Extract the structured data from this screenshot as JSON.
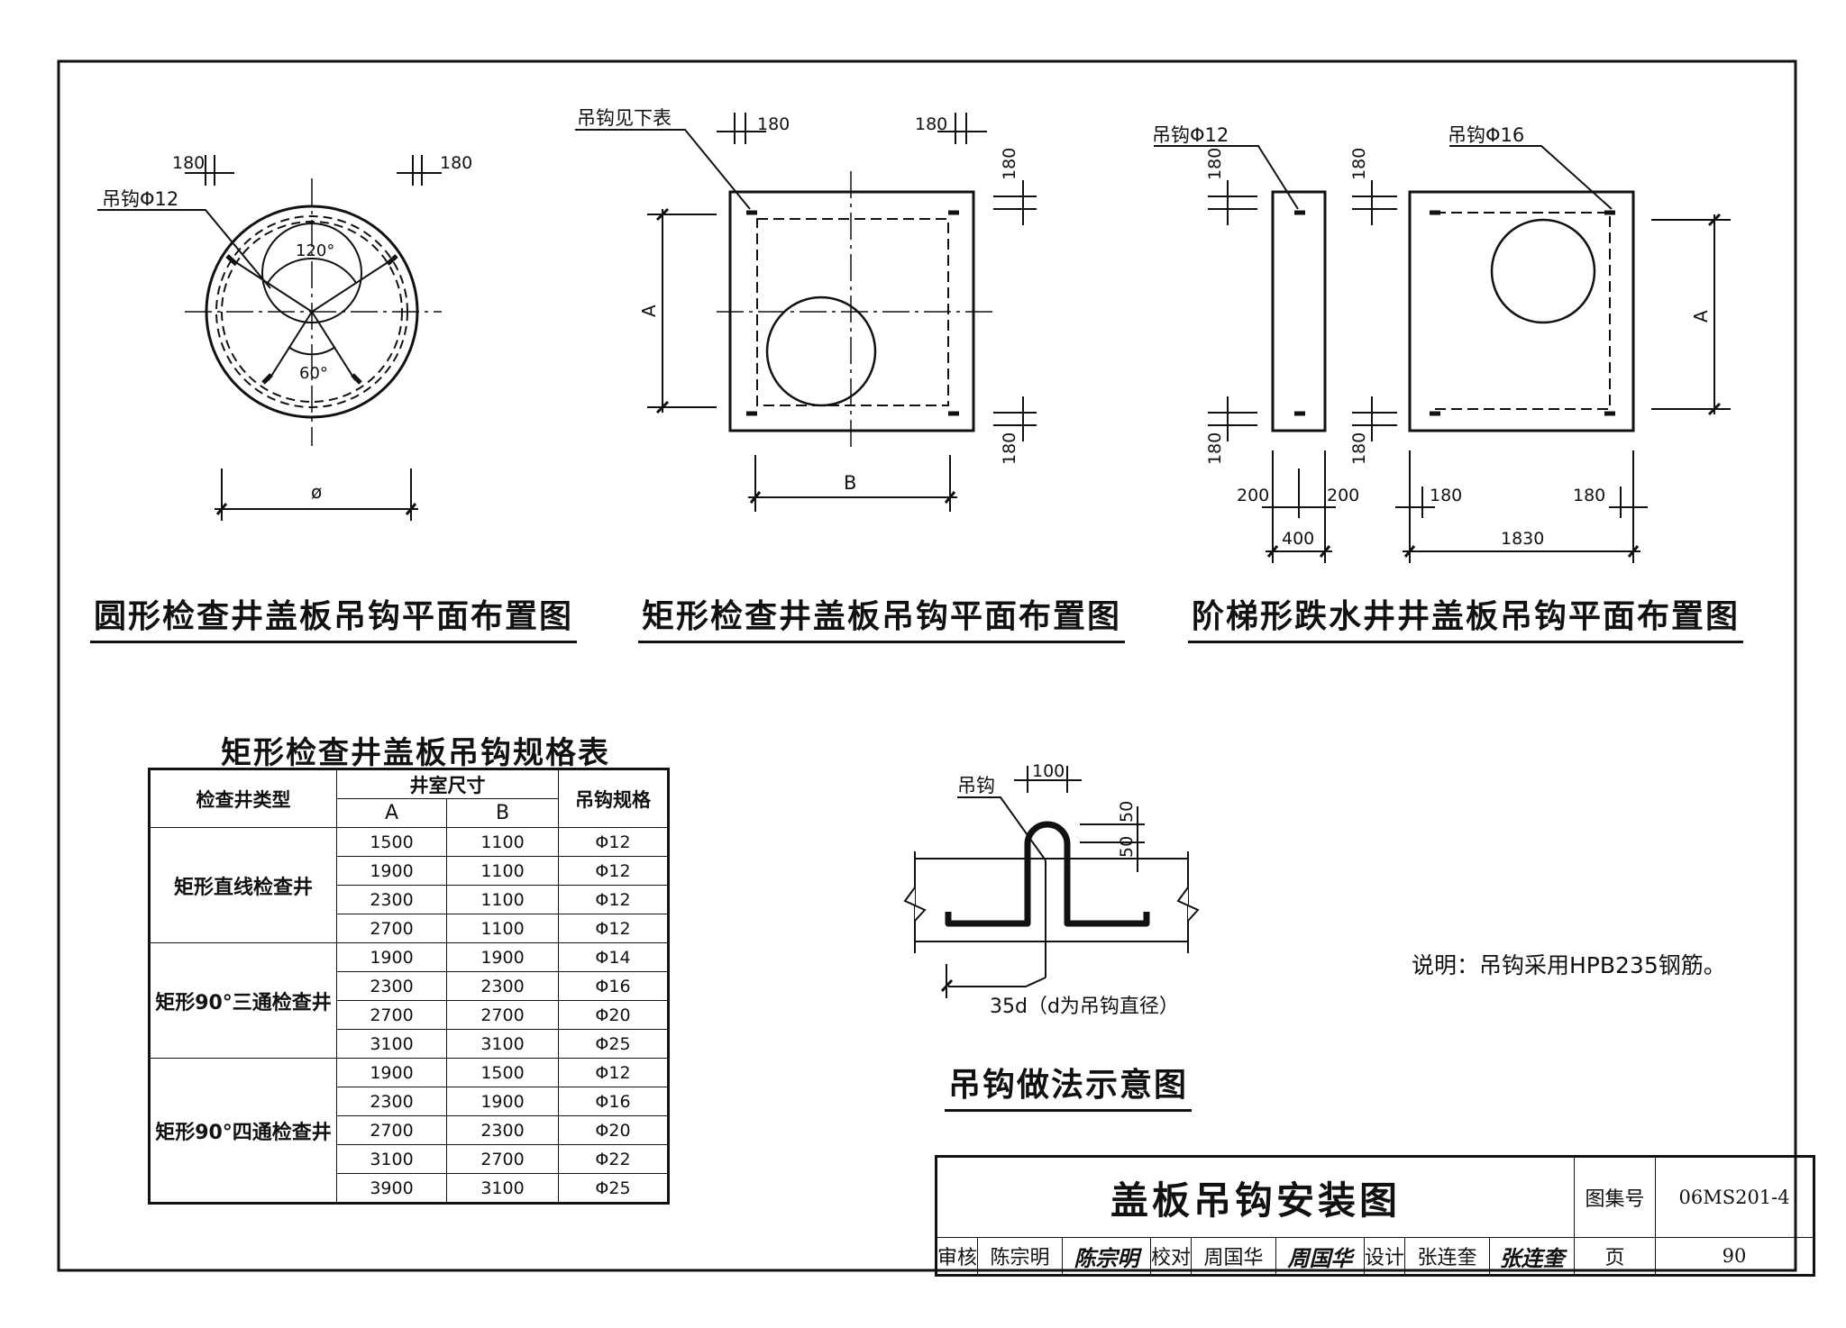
{
  "drawings": {
    "circular": {
      "caption": "圆形检查井盖板吊钩平面布置图",
      "hook_label": "吊钩Φ12",
      "dim_left": "180",
      "dim_right": "180",
      "angle_top": "120°",
      "angle_bottom": "60°",
      "diameter": "ø"
    },
    "rectangular": {
      "caption": "矩形检查井盖板吊钩平面布置图",
      "hook_label": "吊钩见下表",
      "dim_top_left": "180",
      "dim_top_right": "180",
      "dim_right_top": "180",
      "dim_right_bottom": "180",
      "dim_a": "A",
      "dim_b": "B"
    },
    "stepped": {
      "caption": "阶梯形跌水井井盖板吊钩平面布置图",
      "hook_label_small": "吊钩Φ12",
      "hook_label_large": "吊钩Φ16",
      "dim_small_top": "180",
      "dim_small_bottom": "180",
      "dim_large_top": "180",
      "dim_large_bottom": "180",
      "dim_200_left": "200",
      "dim_200_right": "200",
      "dim_400": "400",
      "dim_180_left": "180",
      "dim_180_right": "180",
      "dim_1830": "1830",
      "dim_a": "A"
    },
    "hook_detail": {
      "caption": "吊钩做法示意图",
      "hook_label": "吊钩",
      "dim_100": "100",
      "dim_50_top": "50",
      "dim_50_bottom": "50",
      "anchor_note": "35d（d为吊钩直径）"
    }
  },
  "spec_table": {
    "title": "矩形检查井盖板吊钩规格表",
    "headers": {
      "type": "检查井类型",
      "chamber": "井室尺寸",
      "a": "A",
      "b": "B",
      "hook": "吊钩规格"
    },
    "groups": [
      {
        "type": "矩形直线检查井",
        "rows": [
          {
            "a": "1500",
            "b": "1100",
            "hook": "Φ12"
          },
          {
            "a": "1900",
            "b": "1100",
            "hook": "Φ12"
          },
          {
            "a": "2300",
            "b": "1100",
            "hook": "Φ12"
          },
          {
            "a": "2700",
            "b": "1100",
            "hook": "Φ12"
          }
        ]
      },
      {
        "type": "矩形90°三通检查井",
        "rows": [
          {
            "a": "1900",
            "b": "1900",
            "hook": "Φ14"
          },
          {
            "a": "2300",
            "b": "2300",
            "hook": "Φ16"
          },
          {
            "a": "2700",
            "b": "2700",
            "hook": "Φ20"
          },
          {
            "a": "3100",
            "b": "3100",
            "hook": "Φ25"
          }
        ]
      },
      {
        "type": "矩形90°四通检查井",
        "rows": [
          {
            "a": "1900",
            "b": "1500",
            "hook": "Φ12"
          },
          {
            "a": "2300",
            "b": "1900",
            "hook": "Φ16"
          },
          {
            "a": "2700",
            "b": "2300",
            "hook": "Φ20"
          },
          {
            "a": "3100",
            "b": "2700",
            "hook": "Φ22"
          },
          {
            "a": "3900",
            "b": "3100",
            "hook": "Φ25"
          }
        ]
      }
    ]
  },
  "note": "说明：吊钩采用HPB235钢筋。",
  "title_block": {
    "title": "盖板吊钩安装图",
    "atlas_label": "图集号",
    "atlas_value": "06MS201-4",
    "page_label": "页",
    "page_value": "90",
    "review_label": "审核",
    "reviewer": "陈宗明",
    "reviewer_sign": "陈宗明",
    "check_label": "校对",
    "checker": "周国华",
    "checker_sign": "周国华",
    "design_label": "设计",
    "designer": "张连奎",
    "designer_sign": "张连奎"
  }
}
